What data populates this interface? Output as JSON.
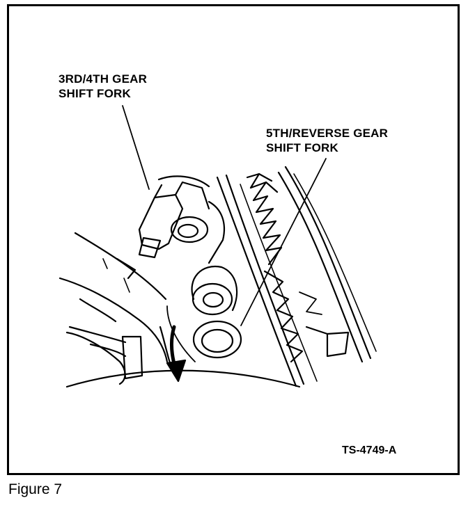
{
  "callouts": {
    "fork_34": {
      "line1": "3RD/4TH GEAR",
      "line2": "SHIFT FORK"
    },
    "fork_5r": {
      "line1": "5TH/REVERSE GEAR",
      "line2": "SHIFT FORK"
    }
  },
  "part_number": "TS-4749-A",
  "caption": "Figure 7",
  "colors": {
    "ink": "#000000",
    "paper": "#ffffff"
  }
}
